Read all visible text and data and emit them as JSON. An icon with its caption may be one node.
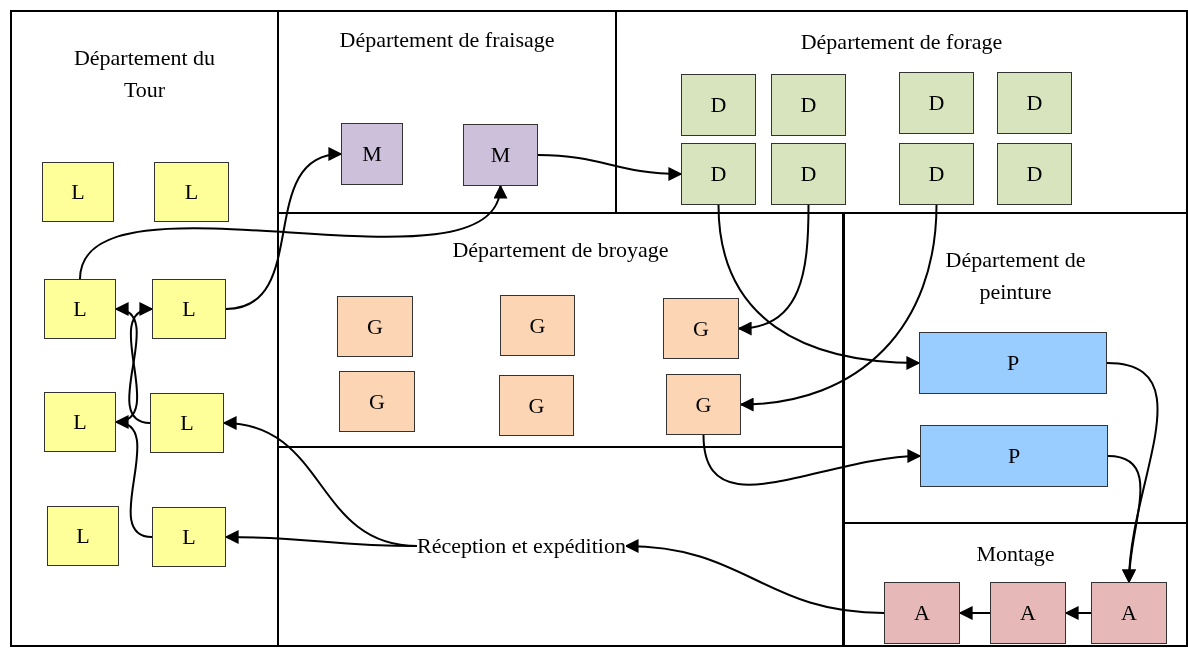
{
  "diagram": {
    "nodes": [
      {
        "text": [
          "Département du Tour"
        ]
      },
      {
        "text": [
          "L"
        ],
        "in": 0
      },
      {
        "text": [
          "L"
        ],
        "in": 0
      },
      {
        "text": [
          "L"
        ],
        "in": 0
      },
      {
        "text": [
          "L"
        ],
        "in": 0
      },
      {
        "text": [
          "L"
        ],
        "in": 0
      },
      {
        "text": [
          "L"
        ],
        "in": 0
      },
      {
        "text": [
          "L"
        ],
        "in": 0
      },
      {
        "text": [
          "L"
        ],
        "in": 0
      },
      {
        "text": [
          "Département de fraisage"
        ]
      },
      {
        "text": [
          "M"
        ],
        "in": 9
      },
      {
        "text": [
          "M"
        ],
        "in": 9
      },
      {
        "text": [
          "Département de forage"
        ]
      },
      {
        "text": [
          "D"
        ],
        "in": 12
      },
      {
        "text": [
          "D"
        ],
        "in": 12
      },
      {
        "text": [
          "D"
        ],
        "in": 12
      },
      {
        "text": [
          "D"
        ],
        "in": 12
      },
      {
        "text": [
          "D"
        ],
        "in": 12
      },
      {
        "text": [
          "D"
        ],
        "in": 12
      },
      {
        "text": [
          "D"
        ],
        "in": 12
      },
      {
        "text": [
          "D"
        ],
        "in": 12
      },
      {
        "text": [
          "Département de broyage"
        ]
      },
      {
        "text": [
          "G"
        ],
        "in": 21
      },
      {
        "text": [
          "G"
        ],
        "in": 21
      },
      {
        "text": [
          "G"
        ],
        "in": 21
      },
      {
        "text": [
          "G"
        ],
        "in": 21
      },
      {
        "text": [
          "G"
        ],
        "in": 21
      },
      {
        "text": [
          "G"
        ],
        "in": 21
      },
      {
        "text": [
          "Département de peinture"
        ]
      },
      {
        "text": [
          "P"
        ],
        "in": 28
      },
      {
        "text": [
          "P"
        ],
        "in": 28
      },
      {
        "text": [
          "Réception et expédition"
        ]
      },
      {
        "text": [
          "Montage"
        ]
      },
      {
        "text": [
          "A"
        ],
        "in": 32
      },
      {
        "text": [
          "A"
        ],
        "in": 32
      },
      {
        "text": [
          "A"
        ],
        "in": 32
      }
    ],
    "edges": [
      {
        "from": 31,
        "to": 8,
        "arrow": "to"
      },
      {
        "from": 31,
        "to": 6,
        "arrow": "to"
      },
      {
        "from": 8,
        "to": 5,
        "arrow": "to"
      },
      {
        "from": 6,
        "to": 3,
        "arrow": "to"
      },
      {
        "from": 5,
        "to": 4,
        "arrow": "to"
      },
      {
        "from": 4,
        "to": 10,
        "arrow": "to"
      },
      {
        "from": 3,
        "to": 11,
        "arrow": "to"
      },
      {
        "from": 11,
        "to": 17,
        "arrow": "to"
      },
      {
        "from": 17,
        "to": 29,
        "arrow": "to"
      },
      {
        "from": 18,
        "to": 24,
        "arrow": "to"
      },
      {
        "from": 19,
        "to": 27,
        "arrow": "to"
      },
      {
        "from": 27,
        "to": 30,
        "arrow": "to"
      },
      {
        "from": 29,
        "to": 35,
        "arrow": "to"
      },
      {
        "from": 30,
        "to": 35,
        "arrow": "to"
      },
      {
        "from": 35,
        "to": 34,
        "arrow": "to"
      },
      {
        "from": 34,
        "to": 33,
        "arrow": "to"
      },
      {
        "from": 33,
        "to": 31,
        "arrow": "to"
      }
    ]
  }
}
